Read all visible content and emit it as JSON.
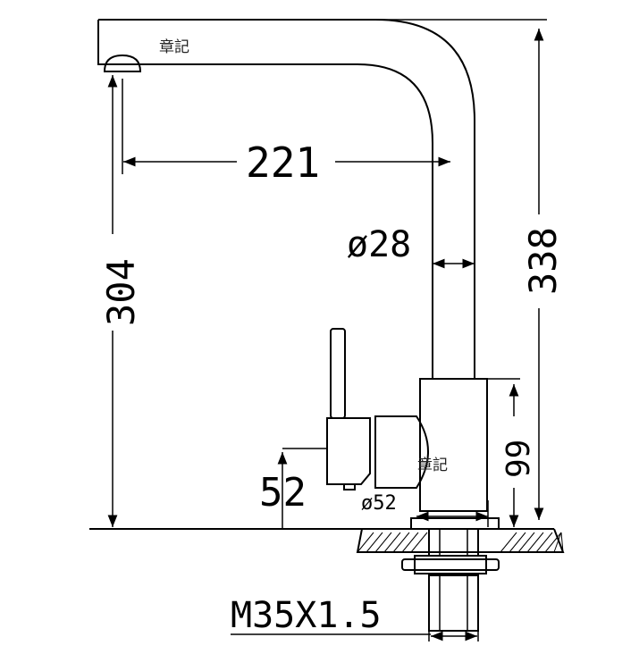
{
  "watermark": "章記",
  "dimensions": {
    "spout_reach": "221",
    "spout_diameter": "ø28",
    "total_height": "338",
    "spout_height": "304",
    "body_height": "99",
    "handle_height": "52",
    "base_diameter": "ø52",
    "thread": "M35X1.5"
  }
}
